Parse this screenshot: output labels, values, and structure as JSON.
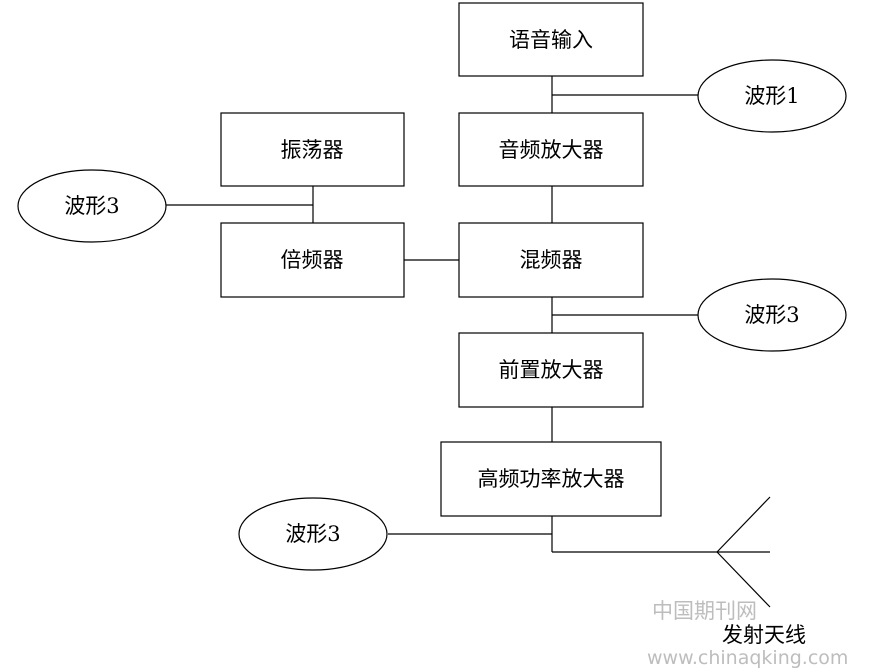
{
  "blocks": {
    "voice_input": "语音输入",
    "audio_amplifier": "音频放大器",
    "oscillator": "振荡器",
    "frequency_multiplier": "倍频器",
    "mixer": "混频器",
    "preamplifier": "前置放大器",
    "rf_power_amplifier": "高频功率放大器"
  },
  "waveforms": {
    "audio": "波形1",
    "multiplier": "波形3",
    "mixer": "波形3",
    "output": "波形3"
  },
  "antenna_label": "发射天线",
  "watermark": {
    "chinese": "中国期刊网",
    "url": "www.chinaqking.com"
  }
}
